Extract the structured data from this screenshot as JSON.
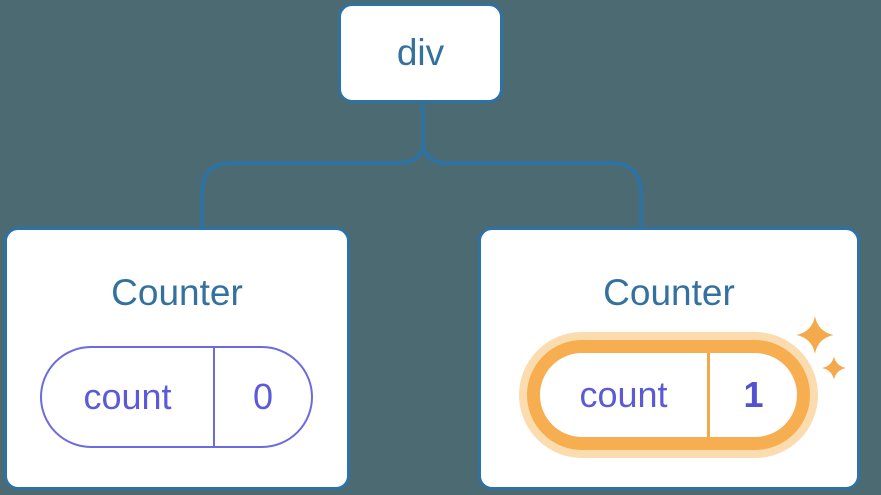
{
  "tree": {
    "root": {
      "label": "div"
    },
    "children": [
      {
        "title": "Counter",
        "state_key": "count",
        "state_value": "0",
        "highlighted": false
      },
      {
        "title": "Counter",
        "state_key": "count",
        "state_value": "1",
        "highlighted": true
      }
    ]
  },
  "icons": [
    {
      "name": "sparkle-icon",
      "glyph": "✦",
      "meaning": "state-updated highlight"
    }
  ],
  "colors": {
    "background": "#4c6a72",
    "card_background": "#ffffff",
    "node_border_blue": "#2e72a4",
    "label_blue": "#35719f",
    "pill_border_purple": "#6b6be0",
    "pill_text_purple": "#5b5bd8",
    "pill_value_bold_purple": "#5353d1",
    "highlight_orange": "#f6ae51",
    "highlight_halo_orange": "#fbdcae",
    "sparkle_orange": "#f4a94c"
  }
}
